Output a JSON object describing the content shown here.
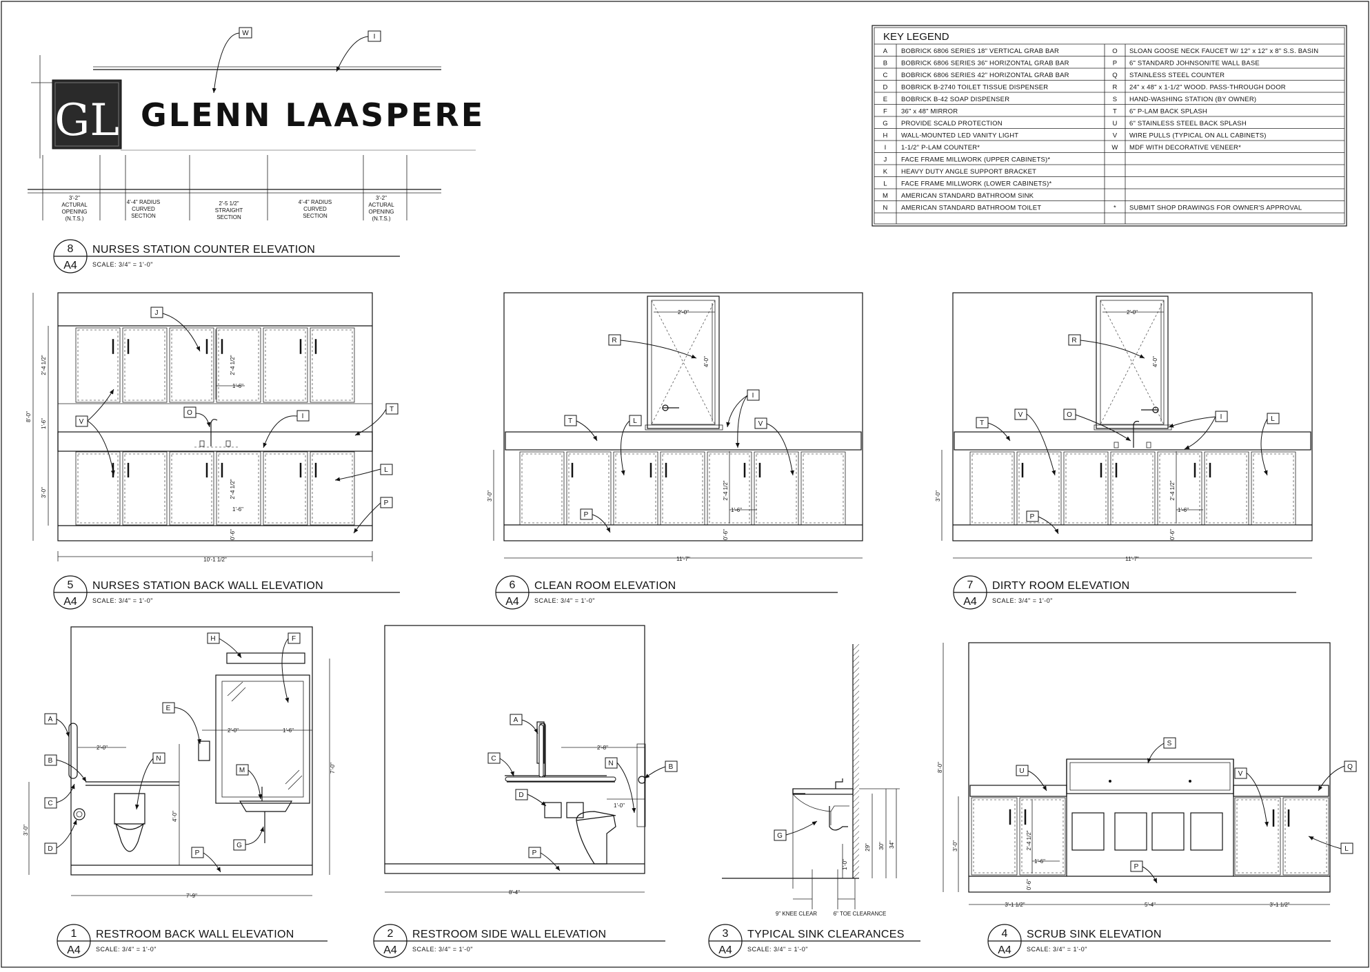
{
  "logo": {
    "initials": "GL",
    "name": "GLENN LAASPERE"
  },
  "legend": {
    "title": "KEY LEGEND",
    "left": [
      {
        "code": "A",
        "text": "BOBRICK 6806 SERIES 18\" VERTICAL GRAB BAR"
      },
      {
        "code": "B",
        "text": "BOBRICK 6806 SERIES 36\" HORIZONTAL GRAB BAR"
      },
      {
        "code": "C",
        "text": "BOBRICK 6806 SERIES 42\" HORIZONTAL GRAB BAR"
      },
      {
        "code": "D",
        "text": "BOBRICK B-2740 TOILET TISSUE DISPENSER"
      },
      {
        "code": "E",
        "text": "BOBRICK B-42 SOAP DISPENSER"
      },
      {
        "code": "F",
        "text": "36\" x 48\" MIRROR"
      },
      {
        "code": "G",
        "text": "PROVIDE SCALD PROTECTION"
      },
      {
        "code": "H",
        "text": "WALL-MOUNTED LED VANITY LIGHT"
      },
      {
        "code": "I",
        "text": "1-1/2\" P-LAM COUNTER*"
      },
      {
        "code": "J",
        "text": "FACE FRAME MILLWORK (UPPER CABINETS)*"
      },
      {
        "code": "K",
        "text": "HEAVY DUTY ANGLE SUPPORT BRACKET"
      },
      {
        "code": "L",
        "text": "FACE FRAME MILLWORK (LOWER CABINETS)*"
      },
      {
        "code": "M",
        "text": "AMERICAN STANDARD BATHROOM SINK"
      },
      {
        "code": "N",
        "text": "AMERICAN STANDARD BATHROOM TOILET"
      }
    ],
    "right": [
      {
        "code": "O",
        "text": "SLOAN GOOSE NECK FAUCET W/ 12\" x 12\" x 8\" S.S. BASIN"
      },
      {
        "code": "P",
        "text": "6\" STANDARD JOHNSONITE WALL BASE"
      },
      {
        "code": "Q",
        "text": "STAINLESS STEEL COUNTER"
      },
      {
        "code": "R",
        "text": "24\" x 48\" x 1-1/2\" WOOD. PASS-THROUGH DOOR"
      },
      {
        "code": "S",
        "text": "HAND-WASHING STATION (BY OWNER)"
      },
      {
        "code": "T",
        "text": "6\" P-LAM BACK SPLASH"
      },
      {
        "code": "U",
        "text": "6\" STAINLESS STEEL BACK SPLASH"
      },
      {
        "code": "V",
        "text": "WIRE PULLS (TYPICAL ON ALL CABINETS)"
      },
      {
        "code": "W",
        "text": "MDF WITH DECORATIVE VENEER*"
      },
      {
        "code": "",
        "text": ""
      },
      {
        "code": "",
        "text": ""
      },
      {
        "code": "",
        "text": ""
      },
      {
        "code": "",
        "text": ""
      },
      {
        "code": "*",
        "text": "SUBMIT SHOP DRAWINGS FOR OWNER'S APPROVAL"
      }
    ]
  },
  "views": [
    {
      "num": "8",
      "sheet": "A4",
      "title": "NURSES STATION COUNTER ELEVATION",
      "scale": "SCALE: 3/4\" = 1'-0\""
    },
    {
      "num": "5",
      "sheet": "A4",
      "title": "NURSES STATION BACK WALL ELEVATION",
      "scale": "SCALE: 3/4\" = 1'-0\""
    },
    {
      "num": "6",
      "sheet": "A4",
      "title": "CLEAN ROOM ELEVATION",
      "scale": "SCALE: 3/4\" = 1'-0\""
    },
    {
      "num": "7",
      "sheet": "A4",
      "title": "DIRTY ROOM ELEVATION",
      "scale": "SCALE: 3/4\" = 1'-0\""
    },
    {
      "num": "1",
      "sheet": "A4",
      "title": "RESTROOM BACK WALL ELEVATION",
      "scale": "SCALE: 3/4\" = 1'-0\""
    },
    {
      "num": "2",
      "sheet": "A4",
      "title": "RESTROOM SIDE WALL ELEVATION",
      "scale": "SCALE: 3/4\" = 1'-0\""
    },
    {
      "num": "3",
      "sheet": "A4",
      "title": "TYPICAL SINK CLEARANCES",
      "scale": "SCALE: 3/4\" = 1'-0\""
    },
    {
      "num": "4",
      "sheet": "A4",
      "title": "SCRUB SINK ELEVATION",
      "scale": "SCALE: 3/4\" = 1'-0\""
    }
  ],
  "counter_dims": {
    "d1a": "3'-2\"",
    "d1b": "ACTURAL",
    "d1c": "OPENING",
    "d1d": "(N.T.S.)",
    "d2a": "4'-4\" RADIUS",
    "d2b": "CURVED",
    "d2c": "SECTION",
    "d3a": "2'-5 1/2\"",
    "d3b": "STRAIGHT",
    "d3c": "SECTION",
    "d4a": "4'-4\" RADIUS",
    "d4b": "CURVED",
    "d4c": "SECTION",
    "d5a": "3'-2\"",
    "d5b": "ACTURAL",
    "d5c": "OPENING",
    "d5d": "(N.T.S.)"
  },
  "dims": {
    "v5_width": "10'-1 1/2\"",
    "v5_height": "8'-0\"",
    "v5_upper": "2'-4 1/2\"",
    "v5_mid": "1'-6\"",
    "v5_lower": "3'-0\"",
    "v6_width": "11'-7\"",
    "v6_door_w": "2'-0\"",
    "v6_door_h": "4'-0\"",
    "v6_lower": "3'-0\"",
    "v7_width": "11'-7\"",
    "v7_door_w": "2'-0\"",
    "v7_door_h": "4'-0\"",
    "v7_lower": "3'-0\"",
    "cab_h": "2'-4 1/2\"",
    "cab_w": "1'-6\"",
    "base": "0'-6\"",
    "v1_width": "7'-9\"",
    "v1_height": "7'-0\"",
    "v1_3": "3'-0\"",
    "v1_2": "2'-0\"",
    "v1_2b": "2'-0\"",
    "v1_16": "1'-6\"",
    "v1_40": "4'-0\"",
    "v2_width": "8'-4\"",
    "v2_28": "2'-8\"",
    "v2_10": "1'-0\"",
    "v3_knee": "9\" KNEE CLEAR",
    "v3_toe": "6\" TOE CLEARANCE",
    "v3_29": "29\"",
    "v3_30": "30\"",
    "v3_34": "34\"",
    "v3_10": "1'-0\"",
    "v4_height": "8'-0\"",
    "v4_lower": "3'-0\"",
    "v4_left": "3'-1 1/2\"",
    "v4_mid": "5'-4\"",
    "v4_right": "3'-1 1/2\""
  }
}
